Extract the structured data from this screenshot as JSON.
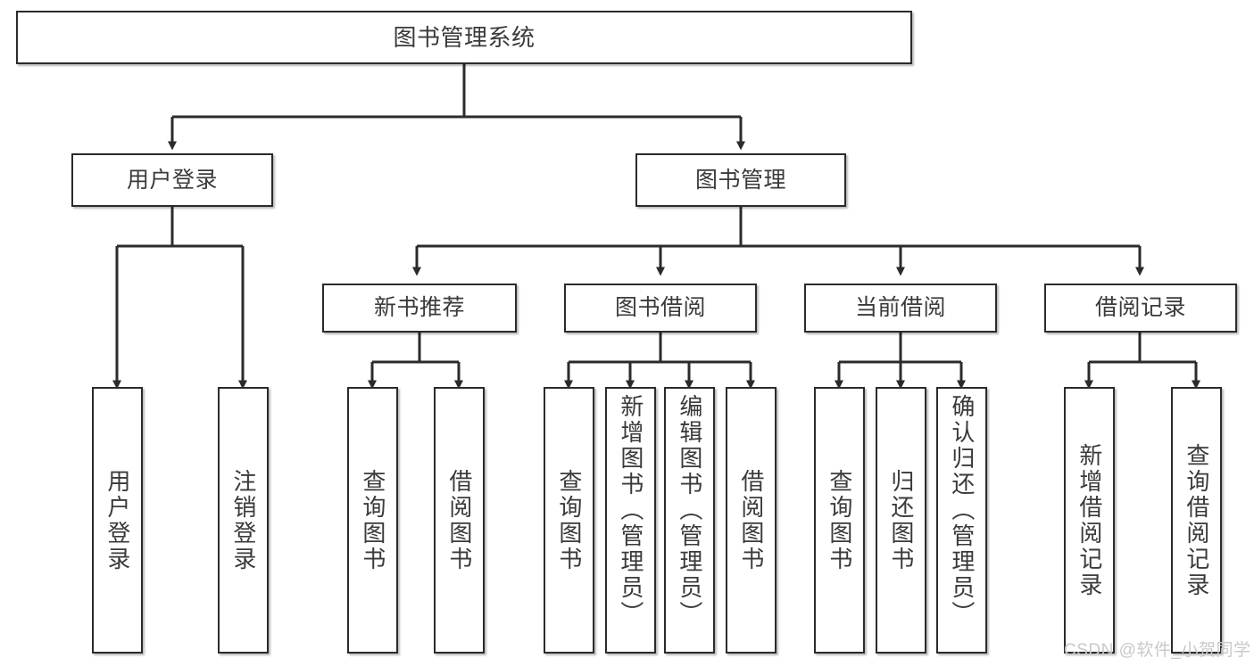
{
  "diagram": {
    "title": "图书管理系统",
    "type": "hierarchy-tree",
    "watermark": "CSDN @软件_小贺同学",
    "colors": {
      "box_border": "#2b2b2b",
      "box_fill": "#ffffff",
      "text": "#3a3a3a",
      "connector": "#2b2b2b",
      "background": "#ffffff",
      "watermark": "#c9c9c9"
    },
    "levels": [
      {
        "level": 1,
        "nodes": [
          {
            "id": "root",
            "label": "图书管理系统",
            "orientation": "horizontal"
          }
        ]
      },
      {
        "level": 2,
        "nodes": [
          {
            "id": "user-login",
            "label": "用户登录",
            "orientation": "horizontal",
            "parent": "root"
          },
          {
            "id": "book-admin",
            "label": "图书管理",
            "orientation": "horizontal",
            "parent": "root"
          }
        ]
      },
      {
        "level": 3,
        "nodes": [
          {
            "id": "new-book-rec",
            "label": "新书推荐",
            "orientation": "horizontal",
            "parent": "book-admin"
          },
          {
            "id": "book-borrow",
            "label": "图书借阅",
            "orientation": "horizontal",
            "parent": "book-admin"
          },
          {
            "id": "current-borrow",
            "label": "当前借阅",
            "orientation": "horizontal",
            "parent": "book-admin"
          },
          {
            "id": "borrow-record",
            "label": "借阅记录",
            "orientation": "horizontal",
            "parent": "book-admin"
          }
        ]
      },
      {
        "level": 4,
        "nodes": [
          {
            "id": "leaf-user-login",
            "label": "用户登录",
            "orientation": "vertical",
            "parent": "user-login"
          },
          {
            "id": "leaf-logout-login",
            "label": "注销登录",
            "orientation": "vertical",
            "parent": "user-login"
          },
          {
            "id": "leaf-query-book-1",
            "label": "查询图书",
            "orientation": "vertical",
            "parent": "new-book-rec"
          },
          {
            "id": "leaf-borrow-book-1",
            "label": "借阅图书",
            "orientation": "vertical",
            "parent": "new-book-rec"
          },
          {
            "id": "leaf-query-book-2",
            "label": "查询图书",
            "orientation": "vertical",
            "parent": "book-borrow"
          },
          {
            "id": "leaf-add-book",
            "label": "新增图书（管理员）",
            "orientation": "vertical",
            "parent": "book-borrow"
          },
          {
            "id": "leaf-edit-book",
            "label": "编辑图书（管理员）",
            "orientation": "vertical",
            "parent": "book-borrow"
          },
          {
            "id": "leaf-borrow-book-2",
            "label": "借阅图书",
            "orientation": "vertical",
            "parent": "book-borrow"
          },
          {
            "id": "leaf-query-book-3",
            "label": "查询图书",
            "orientation": "vertical",
            "parent": "current-borrow"
          },
          {
            "id": "leaf-return-book",
            "label": "归还图书",
            "orientation": "vertical",
            "parent": "current-borrow"
          },
          {
            "id": "leaf-confirm-return",
            "label": "确认归还（管理员）",
            "orientation": "vertical",
            "parent": "current-borrow"
          },
          {
            "id": "leaf-add-record",
            "label": "新增借阅记录",
            "orientation": "vertical",
            "parent": "borrow-record"
          },
          {
            "id": "leaf-query-record",
            "label": "查询借阅记录",
            "orientation": "vertical",
            "parent": "borrow-record"
          }
        ]
      }
    ]
  }
}
